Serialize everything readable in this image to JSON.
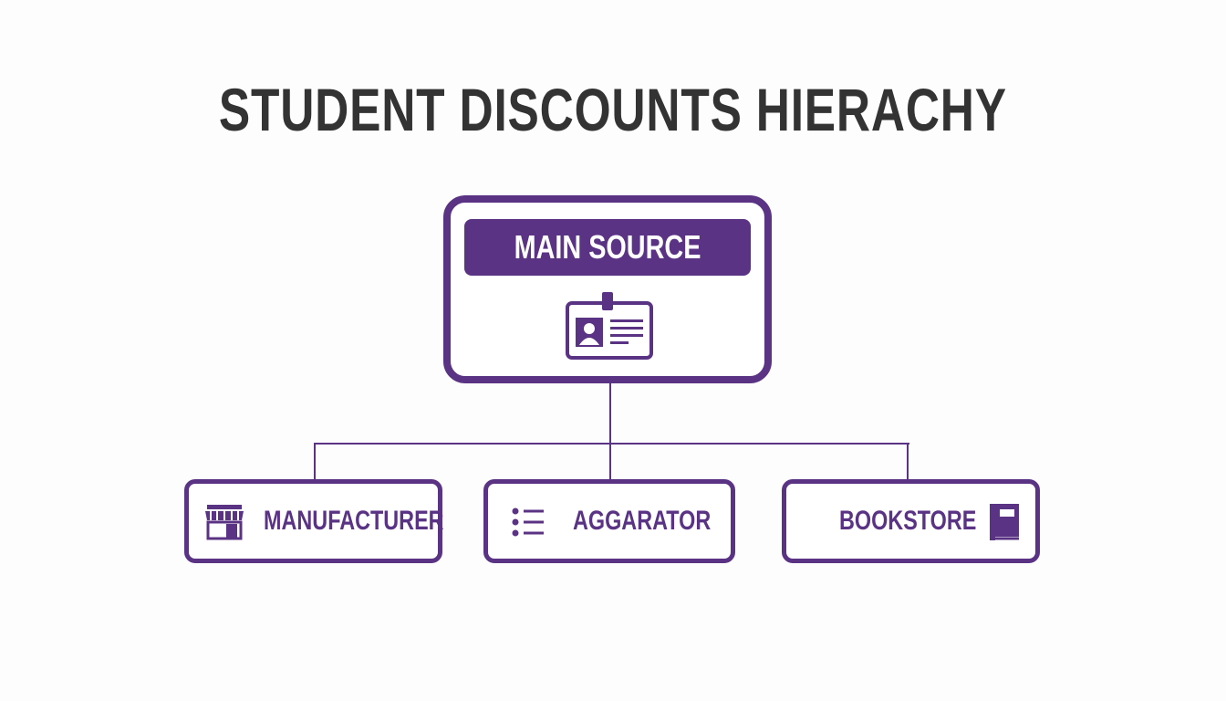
{
  "title": "STUDENT DISCOUNTS HIERACHY",
  "colors": {
    "accent": "#5b3385",
    "title": "#333333"
  },
  "root": {
    "label": "MAIN SOURCE",
    "icon": "id-badge-icon"
  },
  "children": [
    {
      "label": "MANUFACTURER",
      "icon": "storefront-icon"
    },
    {
      "label": "AGGARATOR",
      "icon": "list-icon"
    },
    {
      "label": "BOOKSTORE",
      "icon": "book-icon"
    }
  ]
}
